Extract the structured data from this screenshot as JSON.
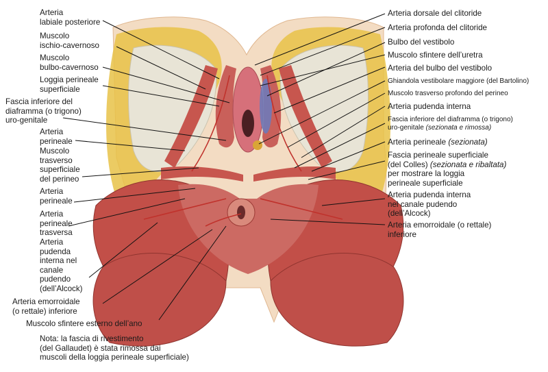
{
  "left_labels": [
    {
      "id": "arteria-labiale-posteriore",
      "text": "Arteria\nlabiale posteriore"
    },
    {
      "id": "muscolo-ischio-cavernoso",
      "text": "Muscolo\nischio-cavernoso"
    },
    {
      "id": "muscolo-bulbo-cavernoso",
      "text": "Muscolo\nbulbo-cavernoso"
    },
    {
      "id": "loggia-perineale-superficiale",
      "text": "Loggia perineale\nsuperficiale"
    },
    {
      "id": "fascia-inferiore-diaframma",
      "text": "Fascia inferiore del\ndiaframma (o trigono)\nuro-genitale"
    },
    {
      "id": "arteria-perineale-1",
      "text": "Arteria\nperineale"
    },
    {
      "id": "muscolo-trasverso-superficiale",
      "text": "Muscolo\ntrasverso\nsuperficiale\ndel perineo"
    },
    {
      "id": "arteria-perineale-2",
      "text": "Arteria\nperineale"
    },
    {
      "id": "arteria-perineale-trasversa",
      "text": "Arteria\nperineale\ntrasversa"
    },
    {
      "id": "arteria-pudenda-interna-left",
      "text": "Arteria\npudenda\ninterna nel\ncanale\npudendo\n(dell’Alcock)"
    },
    {
      "id": "arteria-emorroidale-left",
      "text": "Arteria emorroidale\n(o rettale) inferiore"
    },
    {
      "id": "muscolo-sfintere-esterno-ano",
      "text": "Muscolo sfintere esterno dell’ano"
    }
  ],
  "right_labels": [
    {
      "id": "arteria-dorsale-clitoride",
      "text": "Arteria dorsale del clitoride"
    },
    {
      "id": "arteria-profonda-clitoride",
      "text": "Arteria profonda del clitoride"
    },
    {
      "id": "bulbo-vestibolo",
      "text": "Bulbo del vestibolo"
    },
    {
      "id": "muscolo-sfintere-uretra",
      "text": "Muscolo sfintere dell’uretra"
    },
    {
      "id": "arteria-bulbo-vestibolo",
      "text": "Arteria del bulbo del vestibolo"
    },
    {
      "id": "ghiandola-vestibolare",
      "text": "Ghiandola vestibolare maggiore (del Bartolino)"
    },
    {
      "id": "muscolo-trasverso-profondo",
      "text": "Muscolo trasverso profondo del perineo"
    },
    {
      "id": "arteria-pudenda-interna-right-1",
      "text": "Arteria pudenda interna"
    },
    {
      "id": "fascia-inferiore-sezionata",
      "text": "Fascia inferiore del diaframma (o trigono)\nuro-genitale",
      "italic": "(sezionata e rimossa)"
    },
    {
      "id": "arteria-perineale-sezionata",
      "text": "Arteria perineale",
      "italic": "(sezionata)"
    },
    {
      "id": "fascia-perineale-colles",
      "text": "Fascia perineale superficiale\n(del Colles)",
      "italic": "(sezionata e ribaltata)",
      "tail": "per mostrare la loggia\nperineale superficiale"
    },
    {
      "id": "arteria-pudenda-interna-canale",
      "text": "Arteria pudenda interna\nnel canale pudendo\n(dell’Alcock)"
    },
    {
      "id": "arteria-emorroidale-right",
      "text": "Arteria emorroidale (o rettale)\ninferiore"
    }
  ],
  "note": "Nota: la fascia di rivestimento\n(del Gallaudet) è stata rimossa dai\nmuscoli della loggia perineale superficiale)",
  "colors": {
    "fat": "#e9c24a",
    "skin": "#f2d6b8",
    "muscle": "#c7564e",
    "muscle_dark": "#9c3a35",
    "artery": "#c0322c",
    "fascia": "#e7e3d6",
    "mucosa": "#d6707a",
    "bulb": "#6f7ab8",
    "line": "#111111"
  }
}
